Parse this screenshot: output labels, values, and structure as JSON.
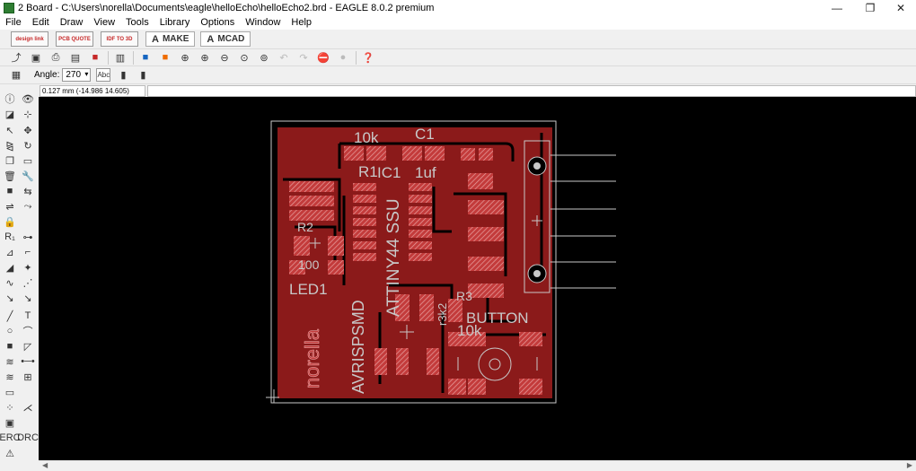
{
  "window": {
    "title": "2 Board - C:\\Users\\norella\\Documents\\eagle\\helloEcho\\helloEcho2.brd - EAGLE 8.0.2 premium",
    "minimize": "—",
    "restore": "❐",
    "close": "✕"
  },
  "menu": [
    "File",
    "Edit",
    "Draw",
    "View",
    "Tools",
    "Library",
    "Options",
    "Window",
    "Help"
  ],
  "toolbar1": {
    "design_link": "design link",
    "pcb_quote": "PCB QUOTE",
    "idf": "IDF TO 3D",
    "make": "MAKE",
    "mcad": "MCAD",
    "make_glyph": "A",
    "mcad_glyph": "A"
  },
  "toolbar3": {
    "angle_label": "Angle:",
    "angle_value": "270",
    "abc_label": "Abc"
  },
  "coords": {
    "readout": "0.127 mm (-14.986 14.605)",
    "command": ""
  },
  "board": {
    "labels": {
      "r1_value": "10k",
      "r1_name": "R1",
      "c1_name": "C1",
      "c1_value": "1uf",
      "ic1_name": "IC1",
      "ic1_value": "ATTINY44 SSU",
      "r2_name": "R2",
      "r2_value": "100",
      "led_name": "LED1",
      "avr_name": "AVRISPSMD",
      "r3_name": "R3",
      "r3_value": "10k",
      "r3_rot_text": "r3k2",
      "button_name": "BUTTON",
      "signature": "norella"
    }
  },
  "colors": {
    "canvas": "#000000",
    "copper": "#8b1a1a",
    "pad": "#c33b3b",
    "outline": "#c8c8c8",
    "hatch": "#e8a0a0"
  }
}
